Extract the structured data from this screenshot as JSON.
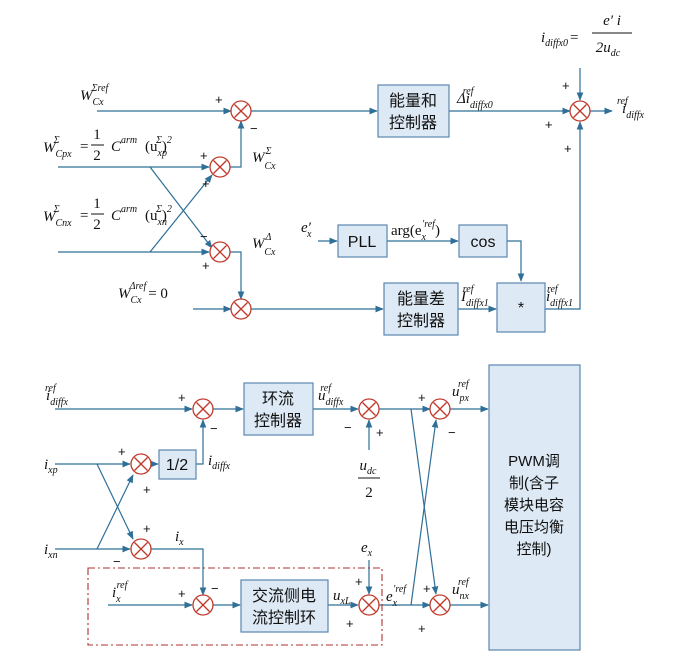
{
  "blocks": {
    "energy_sum_ctrl": [
      "能量和",
      "控制器"
    ],
    "energy_diff_ctrl": [
      "能量差",
      "控制器"
    ],
    "pll": "PLL",
    "cos": "cos",
    "mult": "*",
    "half": "1/2",
    "circ_ctrl": [
      "环流",
      "控制器"
    ],
    "ac_ctrl": [
      "交流侧电",
      "流控制环"
    ],
    "pwm": [
      "PWM调",
      "制(含子",
      "模块电容",
      "电压均衡",
      "控制)"
    ]
  },
  "signals": {
    "w_cx_sum_ref": "W",
    "w_cx_sum_ref_sub": "Cx",
    "w_cx_sum_ref_sup": "Σref",
    "w_cpx_eq": "= ",
    "half_frac_num": "1",
    "half_frac_den": "2",
    "c_arm": "C",
    "c_arm_sup": "arm",
    "u_xp": "(u",
    "u_xp_sup": "Σ",
    "u_xp_sub": "xp",
    "sq": ")",
    "sq_sup": "2",
    "w_cpx": "W",
    "w_cpx_sup": "Σ",
    "w_cpx_sub": "Cpx",
    "w_cnx": "W",
    "w_cnx_sup": "Σ",
    "w_cnx_sub": "Cnx",
    "u_xn_sub": "xn",
    "w_cx_sigma": "W",
    "w_cx_sigma_sup": "Σ",
    "w_cx_sigma_sub": "Cx",
    "w_cx_delta": "W",
    "w_cx_delta_sup": "Δ",
    "w_cx_delta_sub": "Cx",
    "w_cx_dref": "W",
    "w_cx_dref_sup": "Δref",
    "w_cx_dref_sub": "Cx",
    "w_cx_dref_eq": "= 0",
    "delta_i": "Δi",
    "delta_i_sup": "ref",
    "delta_i_sub": "diffx0",
    "i_diff0": "i",
    "i_diff0_sub": "diffx0",
    "i_diff0_eq": "=",
    "i_diff0_num": "e′ i",
    "i_diff0_den": "2u",
    "i_diff0_den_sub": "dc",
    "i_diffx_ref_out": "i",
    "i_diffx_ref_out_sup": "ref",
    "i_diffx_ref_out_sub": "diffx",
    "e_x_prime": "e′",
    "e_x_prime_sub": "x",
    "arg_label": "arg(e",
    "arg_sup": "′ref",
    "arg_sub": "x",
    "arg_close": ")",
    "I_diff1": "I",
    "I_diff1_sup": "ref",
    "I_diff1_sub": "diffx1",
    "i_diff1": "i",
    "i_diff1_sup": "ref",
    "i_diff1_sub": "diffx1",
    "in_i_diffx_ref": "i",
    "in_i_diffx_ref_sup": "ref",
    "in_i_diffx_ref_sub": "diffx",
    "i_xp": "i",
    "i_xp_sub": "xp",
    "i_xn": "i",
    "i_xn_sub": "xn",
    "i_diffx": "i",
    "i_diffx_sub": "diffx",
    "u_diffx_ref": "u",
    "u_diffx_ref_sup": "ref",
    "u_diffx_ref_sub": "diffx",
    "u_dc_half_num": "u",
    "u_dc_half_num_sub": "dc",
    "u_dc_half_den": "2",
    "u_px_ref": "u",
    "u_px_ref_sup": "ref",
    "u_px_ref_sub": "px",
    "u_nx_ref": "u",
    "u_nx_ref_sup": "ref",
    "u_nx_ref_sub": "nx",
    "i_x": "i",
    "i_x_sub": "x",
    "i_x_ref": "i",
    "i_x_ref_sup": "ref",
    "i_x_ref_sub": "x",
    "e_x": "e",
    "e_x_sub": "x",
    "u_xL": "u",
    "u_xL_sub": "xL",
    "e_x_prime_ref": "e",
    "e_x_prime_ref_sup": "′ref",
    "e_x_prime_ref_sub": "x"
  },
  "signs": {
    "plus": "+",
    "minus": "−"
  }
}
